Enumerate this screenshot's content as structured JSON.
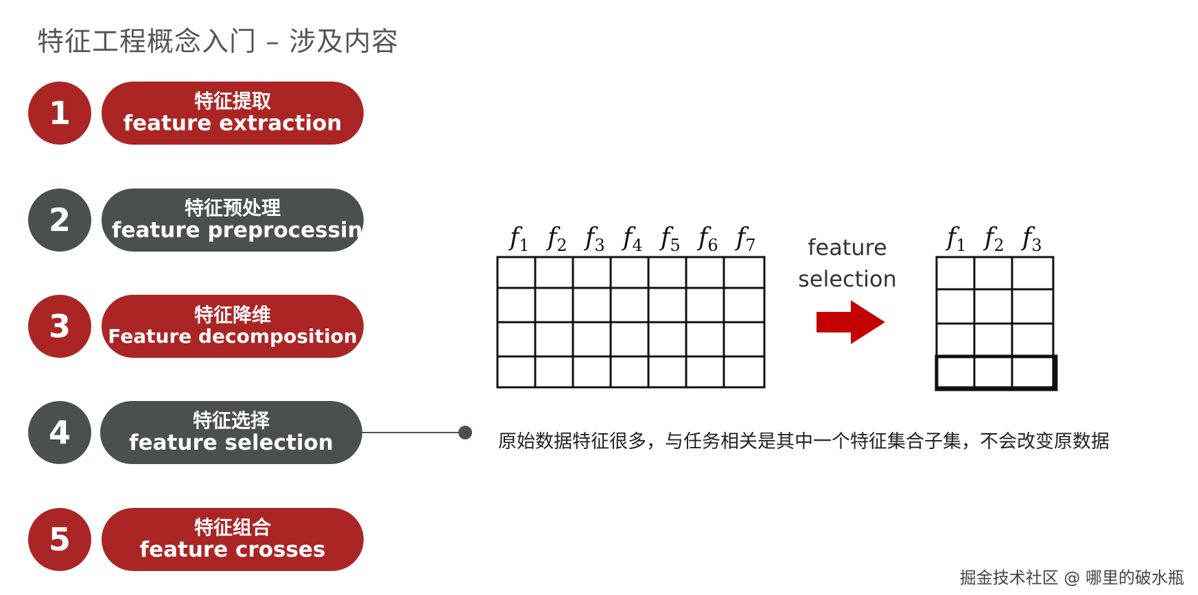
{
  "title": "特征工程概念入门 – 涉及内容",
  "colors": {
    "red": "#ab2525",
    "gray": "#4a4f4f",
    "arrow": "#c40000"
  },
  "steps": [
    {
      "number": "1",
      "cn": "特征提取",
      "en": "feature extraction",
      "color": "red"
    },
    {
      "number": "2",
      "cn": "特征预处理",
      "en": "feature preprocessing",
      "color": "gray"
    },
    {
      "number": "3",
      "cn": "特征降维",
      "en": "Feature decomposition",
      "color": "red"
    },
    {
      "number": "4",
      "cn": "特征选择",
      "en": "feature selection",
      "color": "gray"
    },
    {
      "number": "5",
      "cn": "特征组合",
      "en": "feature crosses",
      "color": "red"
    }
  ],
  "figure": {
    "left_headers": [
      "f",
      "f",
      "f",
      "f",
      "f",
      "f",
      "f"
    ],
    "left_subscripts": [
      "1",
      "2",
      "3",
      "4",
      "5",
      "6",
      "7"
    ],
    "arrow_label_line1": "feature",
    "arrow_label_line2": "selection",
    "right_headers": [
      "f",
      "f",
      "f"
    ],
    "right_subscripts": [
      "1",
      "2",
      "3"
    ]
  },
  "description": "原始数据特征很多，与任务相关是其中一个特征集合子集，不会改变原数据",
  "watermark": "掘金技术社区 @ 哪里的破水瓶"
}
